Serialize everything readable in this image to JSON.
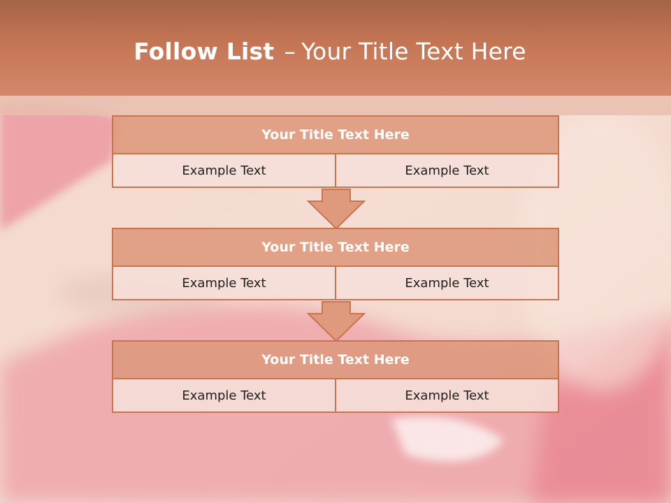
{
  "slide": {
    "title_bold": "Follow List",
    "title_separator": "–",
    "title_rest": "Your Title Text Here"
  },
  "blocks": [
    {
      "title": "Your Title Text Here",
      "cells": [
        "Example Text",
        "Example Text"
      ]
    },
    {
      "title": "Your Title Text Here",
      "cells": [
        "Example Text",
        "Example Text"
      ]
    },
    {
      "title": "Your Title Text Here",
      "cells": [
        "Example Text",
        "Example Text"
      ]
    }
  ],
  "colors": {
    "header": "#c47654",
    "block_header": "#dd997c",
    "border": "#c97451",
    "cell_bg": "#f6dfd8",
    "arrow_fill": "#df9a7e"
  },
  "icons": [
    "down-arrow-icon"
  ]
}
